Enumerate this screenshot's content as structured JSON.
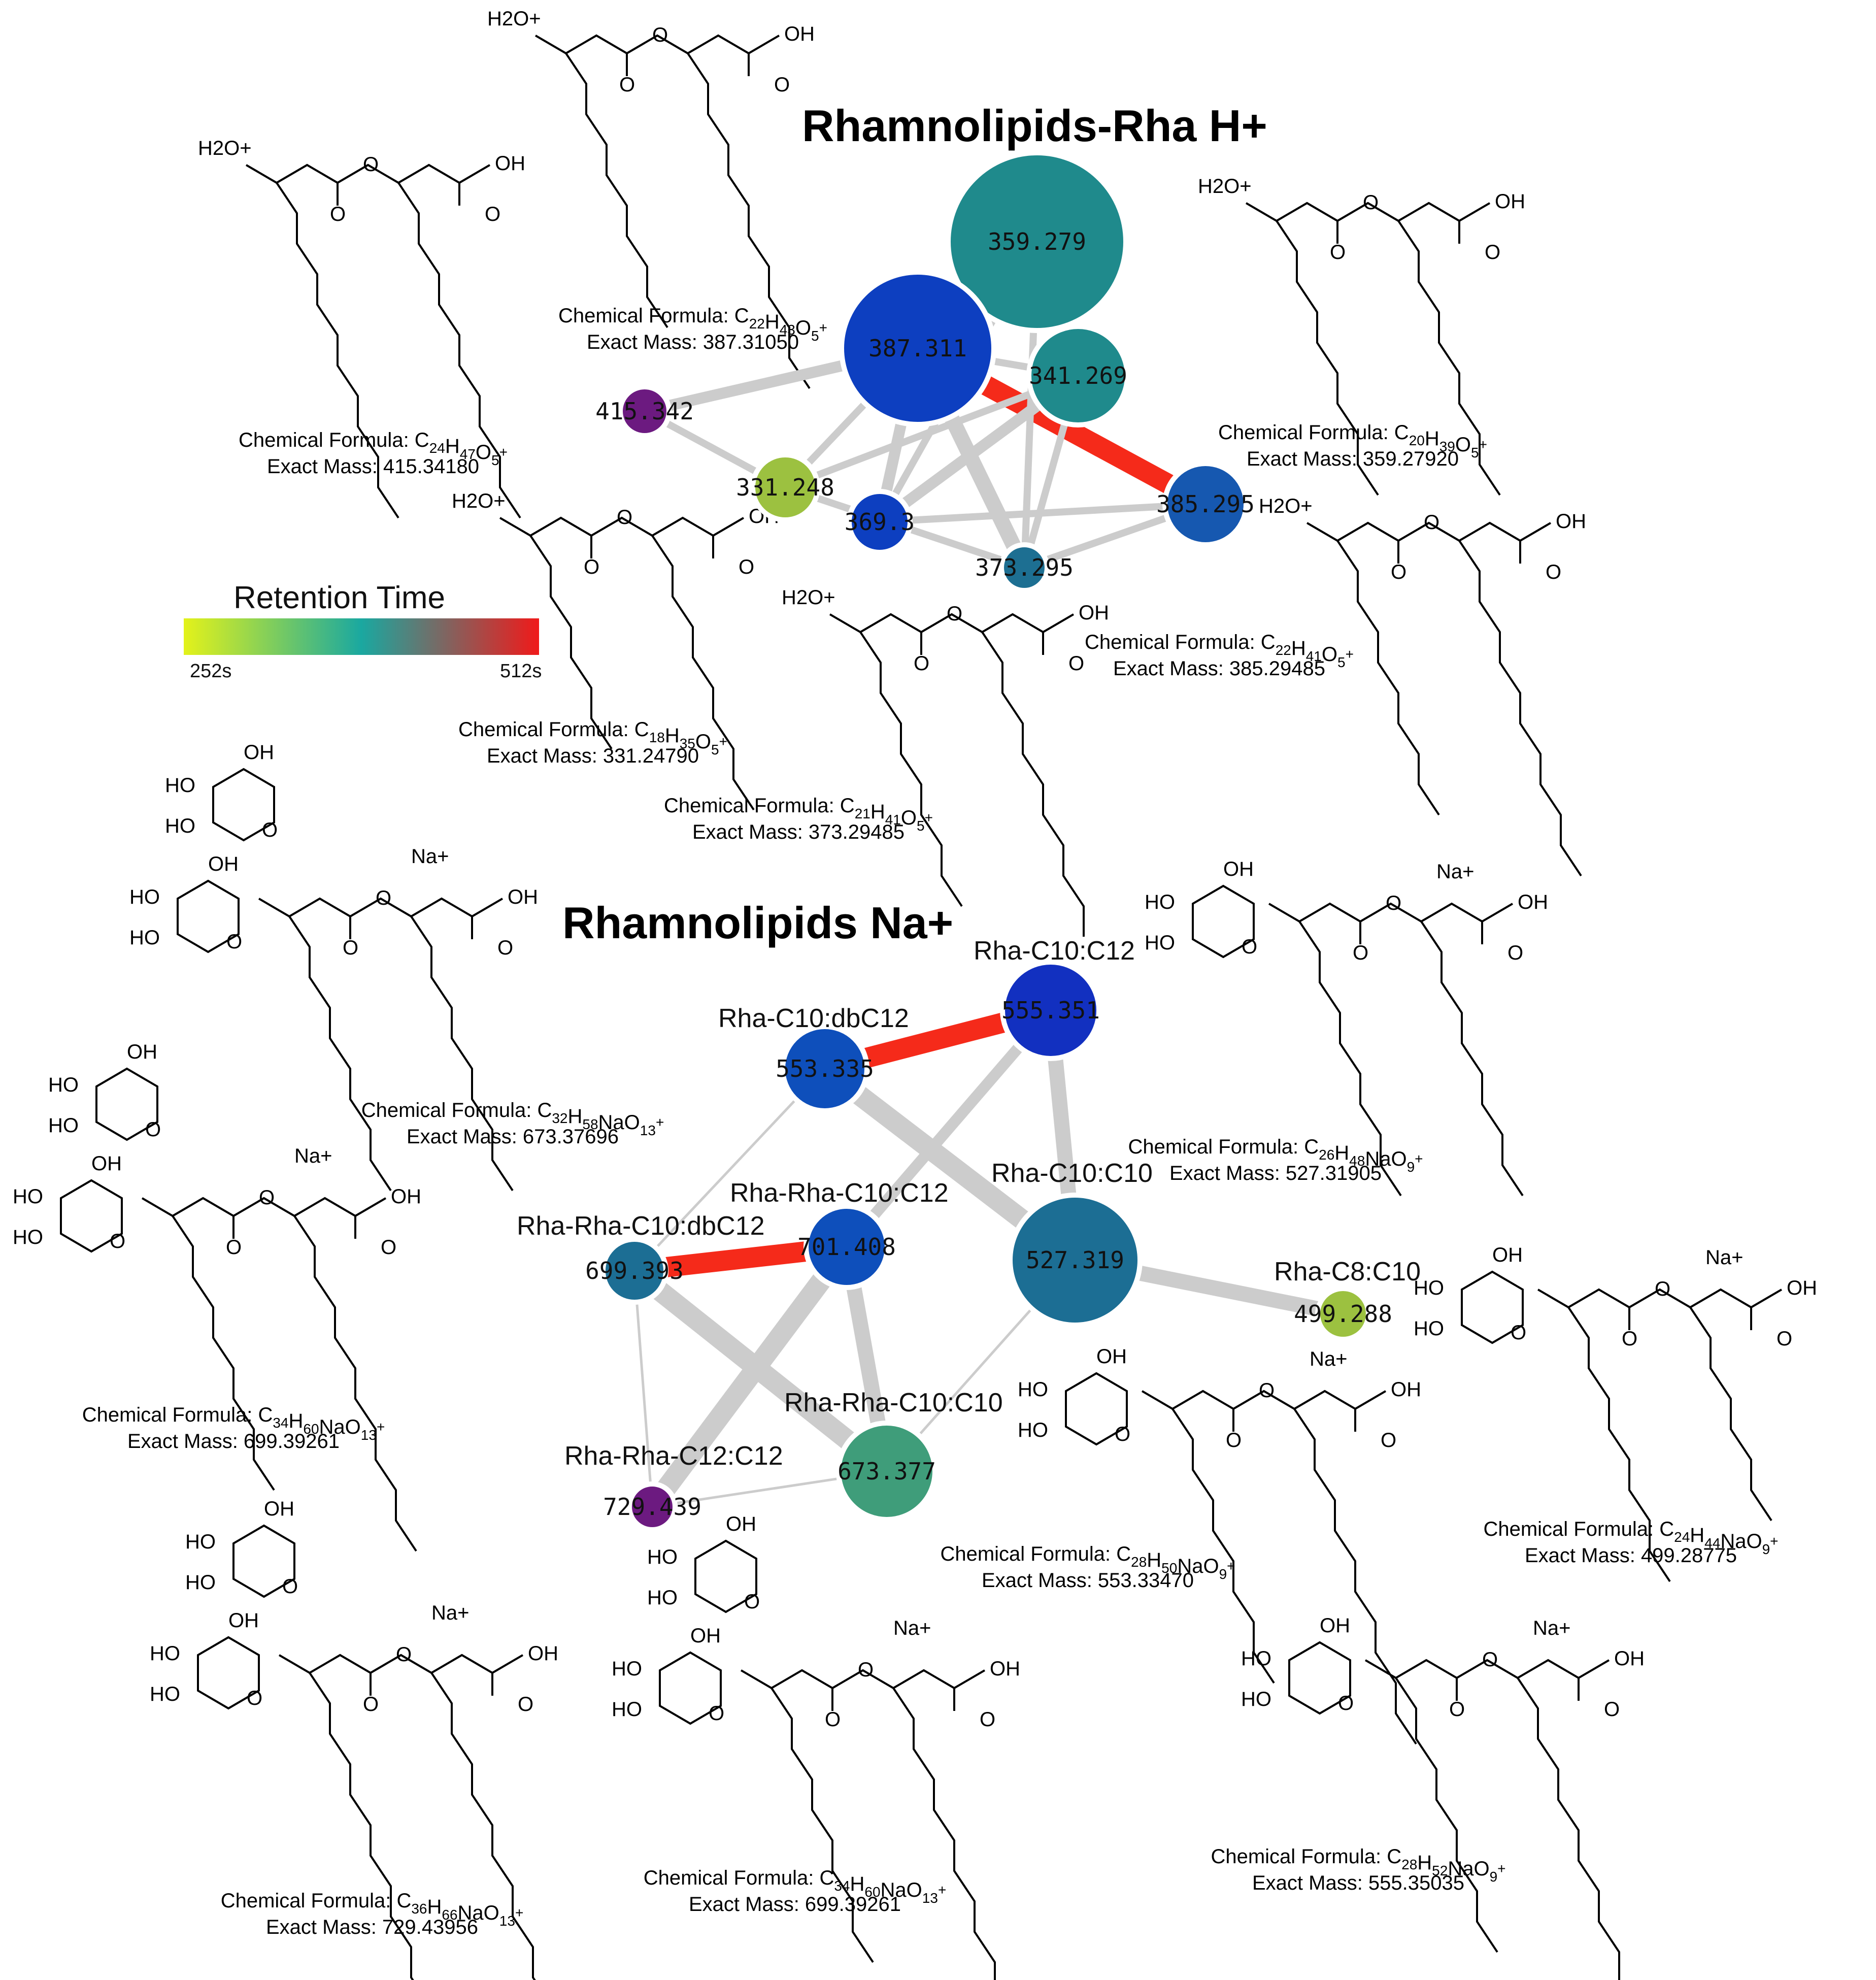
{
  "titles": {
    "h": "Rhamnolipids-Rha H+",
    "na": "Rhamnolipids Na+"
  },
  "legend": {
    "title": "Retention Time",
    "min_label": "252s",
    "max_label": "512s",
    "min_value": 252,
    "max_value": 512,
    "colors": [
      "#e3f21a",
      "#1aa8a0",
      "#f01a1a"
    ]
  },
  "networks": [
    {
      "id": "h",
      "nodes": [
        {
          "id": "359.279",
          "label": "359.279",
          "name": "",
          "color": "#1f8a8c",
          "size": "xl"
        },
        {
          "id": "387.311",
          "label": "387.311",
          "name": "",
          "color": "#0d3fc0",
          "size": "xl"
        },
        {
          "id": "341.269",
          "label": "341.269",
          "name": "",
          "color": "#1f8a8c",
          "size": "l"
        },
        {
          "id": "415.342",
          "label": "415.342",
          "name": "",
          "color": "#6c1a80",
          "size": "s"
        },
        {
          "id": "331.248",
          "label": "331.248",
          "name": "",
          "color": "#9cc140",
          "size": "s"
        },
        {
          "id": "369.3",
          "label": "369.3",
          "name": "",
          "color": "#0d3fc0",
          "size": "s"
        },
        {
          "id": "373.295",
          "label": "373.295",
          "name": "",
          "color": "#1d6f92",
          "size": "xs"
        },
        {
          "id": "385.295",
          "label": "385.295",
          "name": "",
          "color": "#1658b0",
          "size": "m"
        }
      ],
      "edges": [
        {
          "source": "387.311",
          "target": "385.295",
          "weight": 5,
          "color": "#f52a1a"
        },
        {
          "source": "387.311",
          "target": "415.342",
          "weight": 3,
          "color": "#cccccc"
        },
        {
          "source": "415.342",
          "target": "331.248",
          "weight": 2,
          "color": "#cccccc"
        },
        {
          "source": "331.248",
          "target": "387.311",
          "weight": 2,
          "color": "#cccccc"
        },
        {
          "source": "331.248",
          "target": "341.269",
          "weight": 2,
          "color": "#cccccc"
        },
        {
          "source": "331.248",
          "target": "373.295",
          "weight": 2,
          "color": "#cccccc"
        },
        {
          "source": "387.311",
          "target": "369.3",
          "weight": 3,
          "color": "#cccccc"
        },
        {
          "source": "387.311",
          "target": "373.295",
          "weight": 4,
          "color": "#cccccc"
        },
        {
          "source": "369.3",
          "target": "359.279",
          "weight": 2,
          "color": "#cccccc"
        },
        {
          "source": "369.3",
          "target": "341.269",
          "weight": 3,
          "color": "#cccccc"
        },
        {
          "source": "369.3",
          "target": "385.295",
          "weight": 2,
          "color": "#cccccc"
        },
        {
          "source": "359.279",
          "target": "373.295",
          "weight": 2,
          "color": "#cccccc"
        },
        {
          "source": "341.269",
          "target": "373.295",
          "weight": 2,
          "color": "#cccccc"
        },
        {
          "source": "373.295",
          "target": "385.295",
          "weight": 2,
          "color": "#cccccc"
        },
        {
          "source": "387.311",
          "target": "341.269",
          "weight": 2,
          "color": "#cccccc"
        }
      ]
    },
    {
      "id": "na",
      "nodes": [
        {
          "id": "555.351",
          "label": "555.351",
          "name": "Rha-C10:C12",
          "color": "#1230c0",
          "size": "l"
        },
        {
          "id": "553.335",
          "label": "553.335",
          "name": "Rha-C10:dbC12",
          "color": "#0e4fbb",
          "size": "m"
        },
        {
          "id": "527.319",
          "label": "527.319",
          "name": "Rha-C10:C10",
          "color": "#1c6e94",
          "size": "xl"
        },
        {
          "id": "701.408",
          "label": "701.408",
          "name": "Rha-Rha-C10:C12",
          "color": "#0e4fbb",
          "size": "m"
        },
        {
          "id": "699.393",
          "label": "699.393",
          "name": "Rha-Rha-C10:dbC12",
          "color": "#1c6e94",
          "size": "s"
        },
        {
          "id": "499.288",
          "label": "499.288",
          "name": "Rha-C8:C10",
          "color": "#9cc140",
          "size": "s"
        },
        {
          "id": "673.377",
          "label": "673.377",
          "name": "Rha-Rha-C10:C10",
          "color": "#3f9d7a",
          "size": "l"
        },
        {
          "id": "729.439",
          "label": "729.439",
          "name": "Rha-Rha-C12:C12",
          "color": "#6c1a80",
          "size": "s"
        }
      ],
      "edges": [
        {
          "source": "553.335",
          "target": "555.351",
          "weight": 5,
          "color": "#f52a1a"
        },
        {
          "source": "699.393",
          "target": "701.408",
          "weight": 5,
          "color": "#f52a1a"
        },
        {
          "source": "553.335",
          "target": "527.319",
          "weight": 5,
          "color": "#cccccc"
        },
        {
          "source": "555.351",
          "target": "527.319",
          "weight": 4,
          "color": "#cccccc"
        },
        {
          "source": "555.351",
          "target": "701.408",
          "weight": 3,
          "color": "#cccccc"
        },
        {
          "source": "553.335",
          "target": "699.393",
          "weight": 1,
          "color": "#cccccc"
        },
        {
          "source": "527.319",
          "target": "499.288",
          "weight": 4,
          "color": "#cccccc"
        },
        {
          "source": "527.319",
          "target": "673.377",
          "weight": 1,
          "color": "#cccccc"
        },
        {
          "source": "699.393",
          "target": "673.377",
          "weight": 5,
          "color": "#cccccc"
        },
        {
          "source": "701.408",
          "target": "729.439",
          "weight": 5,
          "color": "#cccccc"
        },
        {
          "source": "701.408",
          "target": "673.377",
          "weight": 4,
          "color": "#cccccc"
        },
        {
          "source": "699.393",
          "target": "729.439",
          "weight": 1,
          "color": "#cccccc"
        },
        {
          "source": "729.439",
          "target": "673.377",
          "weight": 1,
          "color": "#cccccc"
        }
      ]
    }
  ],
  "compounds": [
    {
      "id": "c387",
      "formula": "C22H43O5+",
      "mass": "387.31050",
      "type": "h",
      "chain1": 7,
      "chain2": 9,
      "dbl": false
    },
    {
      "id": "c415",
      "formula": "C24H47O5+",
      "mass": "415.34180",
      "type": "h",
      "chain1": 9,
      "chain2": 9,
      "dbl": false
    },
    {
      "id": "c359",
      "formula": "C20H39O5+",
      "mass": "359.27920",
      "type": "h",
      "chain1": 7,
      "chain2": 7,
      "dbl": false
    },
    {
      "id": "c331",
      "formula": "C18H35O5+",
      "mass": "331.24790",
      "type": "h",
      "chain1": 5,
      "chain2": 7,
      "dbl": false
    },
    {
      "id": "c385",
      "formula": "C22H41O5+",
      "mass": "385.29485",
      "type": "h",
      "chain1": 7,
      "chain2": 9,
      "dbl": true
    },
    {
      "id": "c373",
      "formula": "C21H41O5+",
      "mass": "373.29485",
      "type": "h",
      "chain1": 7,
      "chain2": 8,
      "dbl": false
    },
    {
      "id": "c673",
      "formula": "C32H58NaO13+",
      "mass": "673.37696",
      "type": "rr",
      "chain1": 7,
      "chain2": 7,
      "dbl": false
    },
    {
      "id": "c527",
      "formula": "C26H48NaO9+",
      "mass": "527.31905",
      "type": "r",
      "chain1": 7,
      "chain2": 7,
      "dbl": false
    },
    {
      "id": "c699a",
      "formula": "C34H60NaO13+",
      "mass": "699.39261",
      "type": "rr",
      "chain1": 7,
      "chain2": 9,
      "dbl": true
    },
    {
      "id": "c499",
      "formula": "C24H44NaO9+",
      "mass": "499.28775",
      "type": "r",
      "chain1": 7,
      "chain2": 5,
      "dbl": false
    },
    {
      "id": "c553",
      "formula": "C28H50NaO9+",
      "mass": "553.33470",
      "type": "r",
      "chain1": 7,
      "chain2": 9,
      "dbl": true
    },
    {
      "id": "c729",
      "formula": "C36H66NaO13+",
      "mass": "729.43956",
      "type": "rr",
      "chain1": 9,
      "chain2": 9,
      "dbl": false
    },
    {
      "id": "c699b",
      "formula": "C34H60NaO13+",
      "mass": "699.39261",
      "type": "rr",
      "chain1": 7,
      "chain2": 9,
      "dbl": true
    },
    {
      "id": "c555",
      "formula": "C28H52NaO9+",
      "mass": "555.35035",
      "type": "r",
      "chain1": 7,
      "chain2": 9,
      "dbl": false
    }
  ],
  "text": {
    "formula_prefix": "Chemical Formula: ",
    "mass_prefix": "Exact Mass: ",
    "cation_na": "Na+",
    "atom_oh": "OH",
    "atom_ho": "HO",
    "atom_o": "O",
    "atom_h2o": "H2O+"
  }
}
